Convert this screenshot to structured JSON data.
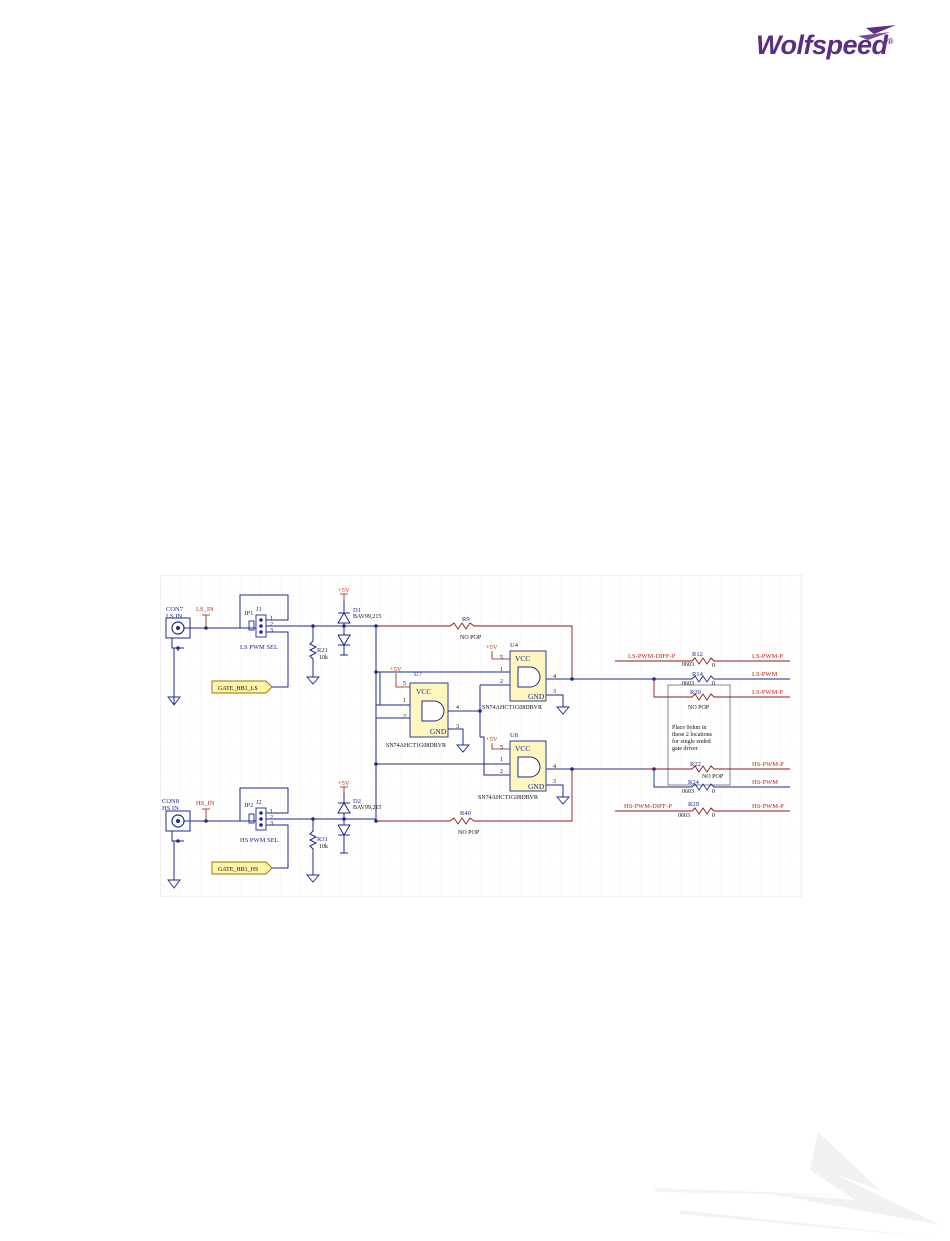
{
  "header": {
    "brand": "Wolfspeed",
    "brand_mark": "®"
  },
  "schematic": {
    "connectors": [
      {
        "ref": "CON7",
        "name": "LS IN",
        "net": "LS_IN"
      },
      {
        "ref": "CON8",
        "name": "HS IN",
        "net": "HS_IN"
      }
    ],
    "jumpers": [
      {
        "ref": "JP1",
        "header": "J1",
        "label": "LS PWM SEL",
        "pins": [
          "1",
          "2",
          "3"
        ]
      },
      {
        "ref": "JP2",
        "header": "J2",
        "label": "HS PWM SEL",
        "pins": [
          "1",
          "2",
          "3"
        ]
      }
    ],
    "ports": [
      "GATE_HB1_LS",
      "GATE_HB1_HS"
    ],
    "diodes": [
      {
        "ref": "D1",
        "part": "BAV99,215",
        "supply": "+5V"
      },
      {
        "ref": "D2",
        "part": "BAV99,215",
        "supply": "+5V"
      }
    ],
    "pulldowns": [
      {
        "ref": "R21",
        "value": "10k"
      },
      {
        "ref": "R31",
        "value": "10k"
      }
    ],
    "bypass_resistors": [
      {
        "ref": "R9",
        "value": "NO POP"
      },
      {
        "ref": "R40",
        "value": "NO POP"
      }
    ],
    "gates": [
      {
        "ref": "U7",
        "part": "SN74AHCT1G08DBVR",
        "supply": "+5V",
        "vcc": "VCC",
        "gnd": "GND",
        "pins": [
          "5",
          "1",
          "2",
          "4",
          "3"
        ]
      },
      {
        "ref": "U4",
        "part": "SN74AHCT1G08DBVR",
        "supply": "+5V",
        "vcc": "VCC",
        "gnd": "GND",
        "pins": [
          "5",
          "1",
          "2",
          "4",
          "3"
        ]
      },
      {
        "ref": "U8",
        "part": "SN74AHCT1G08DBVR",
        "supply": "+5V",
        "vcc": "VCC",
        "gnd": "GND",
        "pins": [
          "5",
          "1",
          "2",
          "4",
          "3"
        ]
      }
    ],
    "output_resistors": [
      {
        "ref": "R12",
        "pkg": "0603",
        "value": "0"
      },
      {
        "ref": "R14",
        "pkg": "0603",
        "value": "0"
      },
      {
        "ref": "R20",
        "value": "NO POP"
      },
      {
        "ref": "R22",
        "value": "NO POP"
      },
      {
        "ref": "R24",
        "pkg": "0603",
        "value": "0"
      },
      {
        "ref": "R29",
        "pkg": "0603",
        "value": "0"
      }
    ],
    "nets": {
      "ls_diff_in": "LS-PWM-DIFF-P",
      "hs_diff_in": "HS-PWM-DIFF-P",
      "ls_out_1": "LS-PWM-P",
      "ls_out_2": "LS-PWM",
      "ls_out_3": "LS-PWM-P",
      "hs_out_1": "HS-PWM-P",
      "hs_out_2": "HS-PWM",
      "hs_out_3": "HS-PWM-P"
    },
    "note": [
      "Place 0ohm in",
      "these 2 locations",
      "for single ended",
      "gate driver"
    ]
  },
  "colors": {
    "wire": "#1d2a8a",
    "net_wire": "#8a1a1a",
    "net_label": "#c0271b",
    "part_fill": "#fff7bf",
    "port_fill": "#fff4a8",
    "brand": "#5b2d83",
    "grid": "#eeeeee"
  }
}
